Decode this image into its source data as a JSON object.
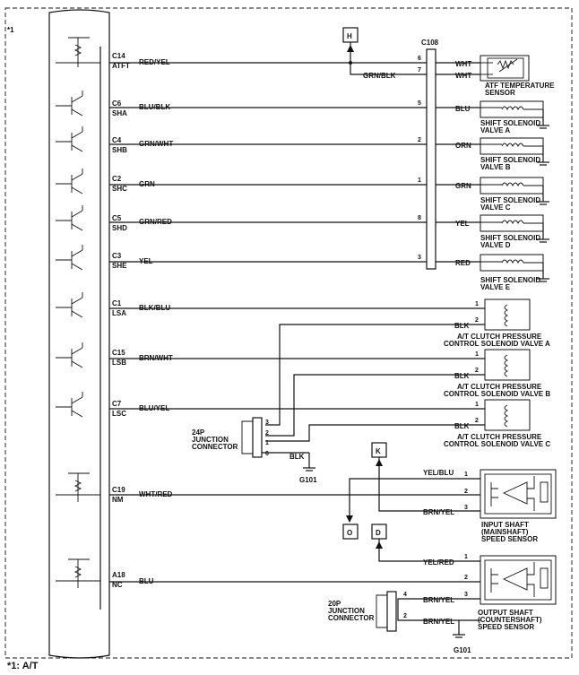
{
  "note_mark": "*1",
  "footnote": "*1: A/T",
  "ecm_pins": [
    {
      "pin": "C14",
      "sig": "ATFT",
      "wire": "RED/YEL"
    },
    {
      "pin": "C6",
      "sig": "SHA",
      "wire": "BLU/BLK"
    },
    {
      "pin": "C4",
      "sig": "SHB",
      "wire": "GRN/WHT"
    },
    {
      "pin": "C2",
      "sig": "SHC",
      "wire": "GRN"
    },
    {
      "pin": "C5",
      "sig": "SHD",
      "wire": "GRN/RED"
    },
    {
      "pin": "C3",
      "sig": "SHE",
      "wire": "YEL"
    },
    {
      "pin": "C1",
      "sig": "LSA",
      "wire": "BLK/BLU"
    },
    {
      "pin": "C15",
      "sig": "LSB",
      "wire": "BRN/WHT"
    },
    {
      "pin": "C7",
      "sig": "LSC",
      "wire": "BLU/YEL"
    },
    {
      "pin": "C19",
      "sig": "NM",
      "wire": "WHT/RED"
    },
    {
      "pin": "A18",
      "sig": "NC",
      "wire": "BLU"
    }
  ],
  "c108": {
    "label": "C108",
    "pins": [
      "6",
      "7",
      "5",
      "2",
      "1",
      "8",
      "3"
    ],
    "out_wires": [
      "WHT",
      "WHT",
      "BLU",
      "ORN",
      "GRN",
      "YEL",
      "RED"
    ],
    "h_wire": "GRN/BLK"
  },
  "connector_tags": {
    "h": "H",
    "k": "K",
    "o": "O",
    "d": "D"
  },
  "components": {
    "atf": [
      "ATF TEMPERATURE",
      "SENSOR"
    ],
    "sha": [
      "SHIFT SOLENOID",
      "VALVE A"
    ],
    "shb": [
      "SHIFT SOLENOID",
      "VALVE B"
    ],
    "shc": [
      "SHIFT SOLENOID",
      "VALVE C"
    ],
    "shd": [
      "SHIFT SOLENOID",
      "VALVE D"
    ],
    "she": [
      "SHIFT SOLENOID",
      "VALVE E"
    ],
    "lsa": [
      "A/T CLUTCH PRESSURE",
      "CONTROL SOLENOID VALVE A"
    ],
    "lsb": [
      "A/T CLUTCH PRESSURE",
      "CONTROL SOLENOID VALVE B"
    ],
    "lsc": [
      "A/T CLUTCH PRESSURE",
      "CONTROL SOLENOID VALVE C"
    ],
    "input": [
      "INPUT SHAFT",
      "(MAINSHAFT)",
      "SPEED SENSOR"
    ],
    "output": [
      "OUTPUT SHAFT",
      "(COUNTERSHAFT)",
      "SPEED SENSOR"
    ]
  },
  "pressure_pins": [
    "1",
    "2",
    "1",
    "2",
    "1",
    "2"
  ],
  "blk": "BLK",
  "jc24": {
    "name": [
      "24P",
      "JUNCTION",
      "CONNECTOR"
    ],
    "pins": [
      "3",
      "2",
      "1",
      "6"
    ],
    "wire": "BLK"
  },
  "jc20": {
    "name": [
      "20P",
      "JUNCTION",
      "CONNECTOR"
    ],
    "pins": [
      "4",
      "2"
    ]
  },
  "ground": "G101",
  "sensor_wires": {
    "yelblu": "YEL/BLU",
    "brnyel": "BRN/YEL",
    "yelred": "YEL/RED"
  },
  "sensor_pins": [
    "1",
    "2",
    "3",
    "1",
    "2",
    "3"
  ]
}
